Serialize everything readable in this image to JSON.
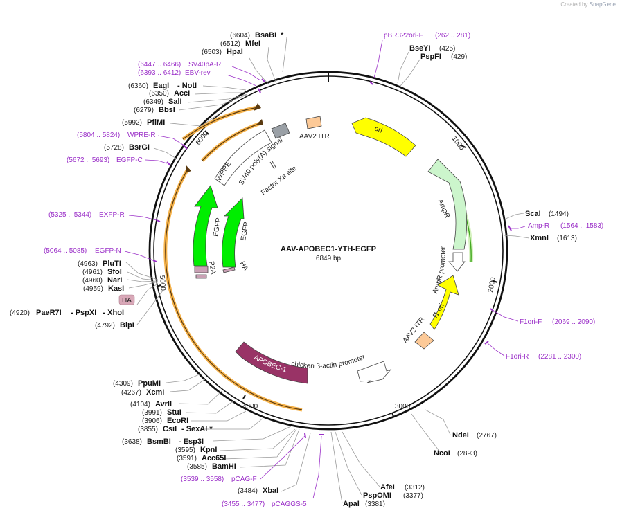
{
  "credit": {
    "prefix": "Created by",
    "brand": "SnapGene"
  },
  "plasmid": {
    "name": "AAV-APOBEC1-YTH-EGFP",
    "size": "6849 bp"
  },
  "ticks": [
    "1000",
    "2000",
    "3000",
    "4000",
    "5000",
    "6000"
  ],
  "features": {
    "ori": "ori",
    "ampr": "AmpR",
    "ampr_promoter": "AmpR promoter",
    "f1ori": "f1 ori",
    "aav2_itr_left": "AAV2 ITR",
    "aav2_itr_right": "AAV2 ITR",
    "cba_promoter": "chicken β-actin promoter",
    "apobec1": "APOBEC-1",
    "egfp1": "EGFP",
    "egfp2": "EGFP",
    "p2a": "P2A",
    "ha_feature": "HA",
    "wpre": "WPRE",
    "sv40": "SV40 poly(A) signal",
    "factor_xa": "Factor Xa site",
    "ha_box": "HA"
  },
  "sites": [
    {
      "id": "bsabi",
      "pos": "(6604)",
      "name": "BsaBI",
      "extra": "*"
    },
    {
      "id": "mfei",
      "pos": "(6512)",
      "name": "MfeI"
    },
    {
      "id": "hpai",
      "pos": "(6503)",
      "name": "HpaI"
    },
    {
      "id": "eagi",
      "pos": "(6360)",
      "name": "EagI",
      "extra": "- NotI"
    },
    {
      "id": "acci",
      "pos": "(6350)",
      "name": "AccI"
    },
    {
      "id": "sali",
      "pos": "(6349)",
      "name": "SalI"
    },
    {
      "id": "bbsi",
      "pos": "(6279)",
      "name": "BbsI"
    },
    {
      "id": "pflmi",
      "pos": "(5992)",
      "name": "PflMI"
    },
    {
      "id": "bsrgi",
      "pos": "(5728)",
      "name": "BsrGI"
    },
    {
      "id": "pluti",
      "pos": "(4963)",
      "name": "PluTI"
    },
    {
      "id": "sfoi",
      "pos": "(4961)",
      "name": "SfoI"
    },
    {
      "id": "nari",
      "pos": "(4960)",
      "name": "NarI"
    },
    {
      "id": "kasi",
      "pos": "(4959)",
      "name": "KasI"
    },
    {
      "id": "paer7i",
      "pos": "(4920)",
      "name": "PaeR7I",
      "extra": "- PspXI   - XhoI"
    },
    {
      "id": "blpi",
      "pos": "(4792)",
      "name": "BlpI"
    },
    {
      "id": "ppumi",
      "pos": "(4309)",
      "name": "PpuMI"
    },
    {
      "id": "xcmi",
      "pos": "(4267)",
      "name": "XcmI"
    },
    {
      "id": "avrii",
      "pos": "(4104)",
      "name": "AvrII"
    },
    {
      "id": "stui",
      "pos": "(3991)",
      "name": "StuI"
    },
    {
      "id": "ecori",
      "pos": "(3906)",
      "name": "EcoRI"
    },
    {
      "id": "csii",
      "pos": "(3855)",
      "name": "CsiI",
      "extra": "- SexAI *"
    },
    {
      "id": "bsmbi",
      "pos": "(3638)",
      "name": "BsmBI",
      "extra": "- Esp3I"
    },
    {
      "id": "kpni",
      "pos": "(3595)",
      "name": "KpnI"
    },
    {
      "id": "acc65i",
      "pos": "(3591)",
      "name": "Acc65I"
    },
    {
      "id": "bamhi",
      "pos": "(3585)",
      "name": "BamHI"
    },
    {
      "id": "xbai",
      "pos": "(3484)",
      "name": "XbaI"
    },
    {
      "id": "apai",
      "pos": "(3381)",
      "name": "ApaI"
    },
    {
      "id": "pspomi",
      "pos": "(3377)",
      "name": "PspOMI"
    },
    {
      "id": "afei",
      "pos": "(3312)",
      "name": "AfeI"
    },
    {
      "id": "ncoi",
      "pos": "(2893)",
      "name": "NcoI"
    },
    {
      "id": "ndei",
      "pos": "(2767)",
      "name": "NdeI"
    },
    {
      "id": "xmni",
      "pos": "(1613)",
      "name": "XmnI"
    },
    {
      "id": "scai",
      "pos": "(1494)",
      "name": "ScaI"
    },
    {
      "id": "bseyi",
      "pos": "(425)",
      "name": "BseYI"
    },
    {
      "id": "pspfi",
      "pos": "(429)",
      "name": "PspFI"
    }
  ],
  "primers": [
    {
      "id": "pbr322",
      "name": "pBR322ori-F",
      "range": "(262 .. 281)"
    },
    {
      "id": "sv40pa",
      "range": "(6447 .. 6466)",
      "name": "SV40pA-R"
    },
    {
      "id": "ebvrev",
      "range": "(6393 .. 6412)",
      "name": "EBV-rev"
    },
    {
      "id": "wprer",
      "range": "(5804 .. 5824)",
      "name": "WPRE-R"
    },
    {
      "id": "egfpc",
      "range": "(5672 .. 5693)",
      "name": "EGFP-C"
    },
    {
      "id": "exfpr",
      "range": "(5325 .. 5344)",
      "name": "EXFP-R"
    },
    {
      "id": "egfpn",
      "range": "(5064 .. 5085)",
      "name": "EGFP-N"
    },
    {
      "id": "pcagf",
      "range": "(3539 .. 3558)",
      "name": "pCAG-F"
    },
    {
      "id": "pcaggs5",
      "range": "(3455 .. 3477)",
      "name": "pCAGGS-5"
    },
    {
      "id": "ampr_primer",
      "name": "Amp-R",
      "range": "(1564 .. 1583)"
    },
    {
      "id": "f1orif",
      "name": "F1ori-F",
      "range": "(2069 .. 2090)"
    },
    {
      "id": "f1orir",
      "name": "F1ori-R",
      "range": "(2281 .. 2300)"
    }
  ],
  "colors": {
    "ori": "#ffff00",
    "ampr": "#ccf5cc",
    "ampr_promoter": "#ffffff",
    "itr": "#fcc997",
    "apobec": "#993366",
    "egfp": "#00ee00",
    "p2a": "#c9a0b4",
    "sv40": "#9aa0a6",
    "wpre": "#ffffff",
    "orange_arc": "#f5b24a",
    "primer": "#9b30c8",
    "green_arc": "#44aa22",
    "ha_box": "#d9a8b8"
  }
}
